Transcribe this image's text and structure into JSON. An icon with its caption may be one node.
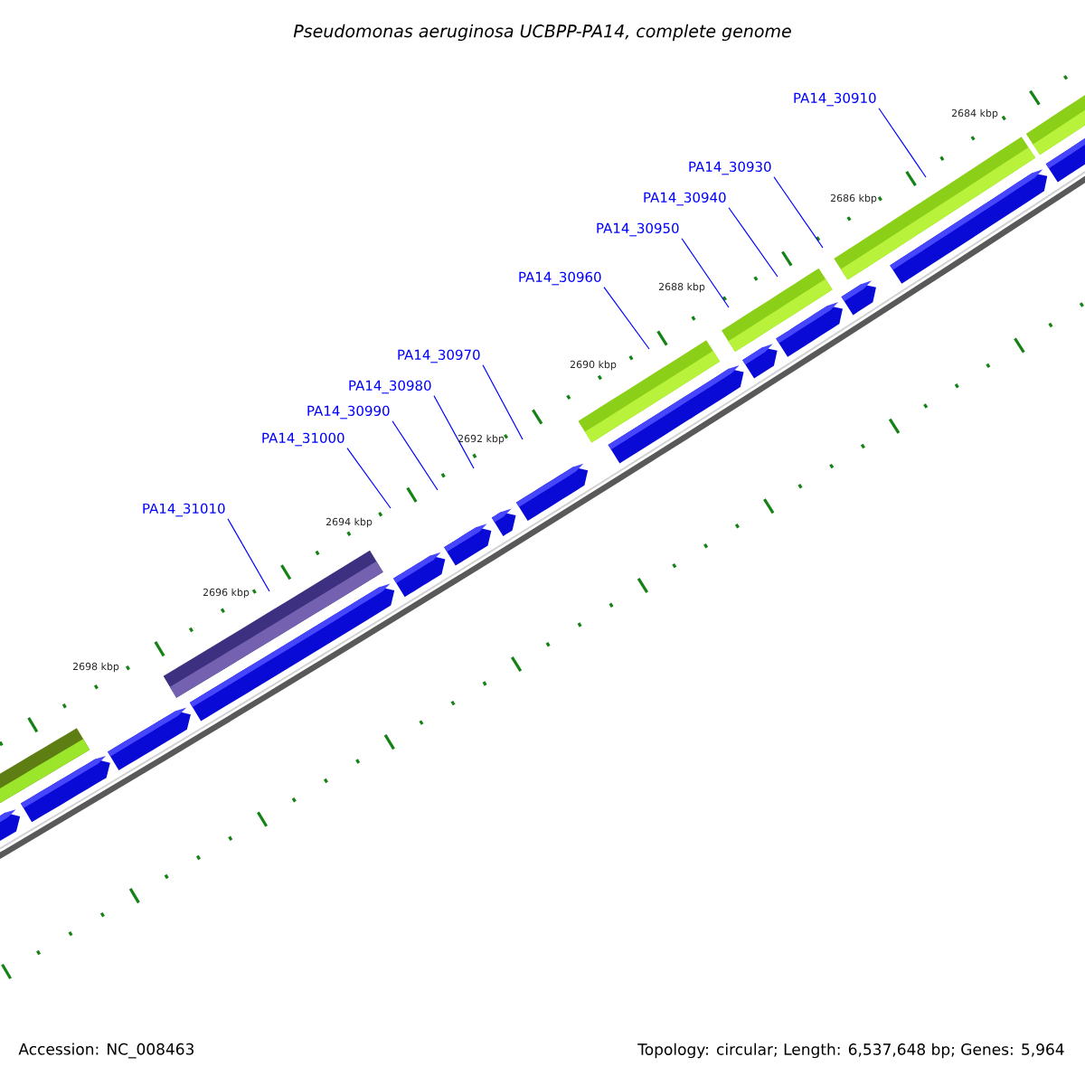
{
  "diagram": {
    "title": "Pseudomonas aeruginosa UCBPP-PA14, complete genome",
    "nodes": [
      {
        "text": [
          "PA14_30910"
        ]
      },
      {
        "text": [
          "PA14_30930"
        ]
      },
      {
        "text": [
          "PA14_30940"
        ]
      },
      {
        "text": [
          "PA14_30950"
        ]
      },
      {
        "text": [
          "PA14_30960"
        ]
      },
      {
        "text": [
          "PA14_30970"
        ]
      },
      {
        "text": [
          "PA14_30980"
        ]
      },
      {
        "text": [
          "PA14_30990"
        ]
      },
      {
        "text": [
          "PA14_31000"
        ]
      },
      {
        "text": [
          "PA14_31010"
        ]
      }
    ],
    "edges": [
      {
        "from": 0,
        "to": null,
        "arrow": "none"
      },
      {
        "from": 1,
        "to": null,
        "arrow": "none"
      },
      {
        "from": 2,
        "to": null,
        "arrow": "none"
      },
      {
        "from": 3,
        "to": null,
        "arrow": "none"
      },
      {
        "from": 4,
        "to": null,
        "arrow": "none"
      },
      {
        "from": 5,
        "to": null,
        "arrow": "none"
      },
      {
        "from": 6,
        "to": null,
        "arrow": "none"
      },
      {
        "from": 7,
        "to": null,
        "arrow": "none"
      },
      {
        "from": 8,
        "to": null,
        "arrow": "none"
      },
      {
        "from": 9,
        "to": null,
        "arrow": "none"
      }
    ],
    "labels": [
      "2684 kbp",
      "2686 kbp",
      "2688 kbp",
      "2690 kbp",
      "2692 kbp",
      "2694 kbp",
      "2696 kbp",
      "2698 kbp",
      "Accession: NC_008463",
      "Topology: circular; Length: 6,537,648 bp; Genes: 5,964"
    ]
  }
}
